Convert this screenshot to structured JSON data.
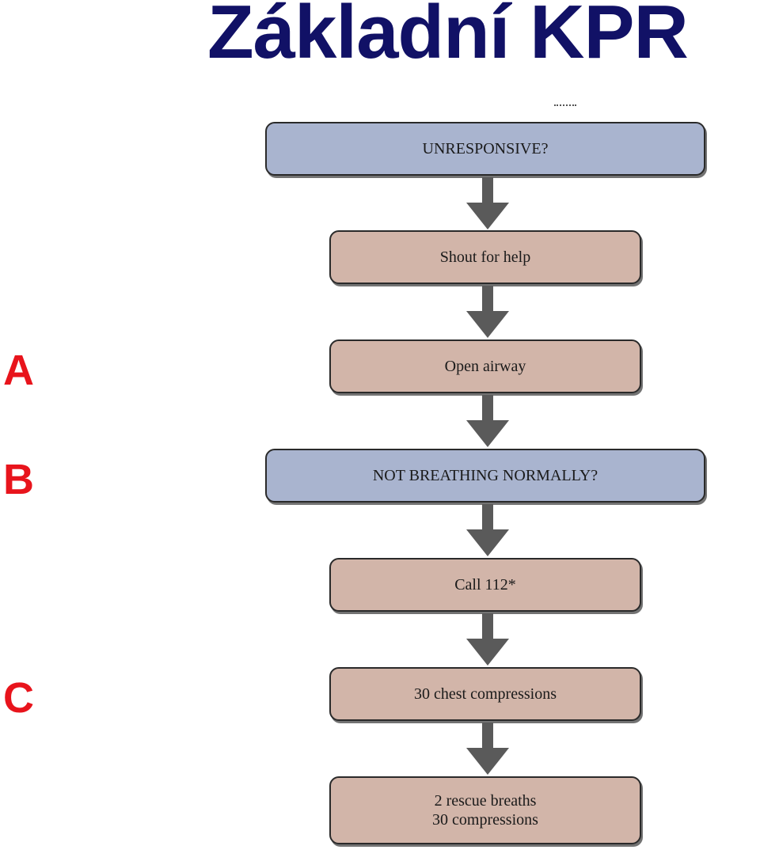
{
  "title": "Základní KPR",
  "side_labels": {
    "a": "A",
    "b": "B",
    "c": "C"
  },
  "steps": [
    {
      "text": "UNRESPONSIVE?",
      "kind": "question"
    },
    {
      "text": "Shout for help",
      "kind": "action"
    },
    {
      "text": "Open airway",
      "kind": "action"
    },
    {
      "text": "NOT BREATHING NORMALLY?",
      "kind": "question"
    },
    {
      "text": "Call 112*",
      "kind": "action"
    },
    {
      "text": "30 chest compressions",
      "kind": "action"
    },
    {
      "text": "2 rescue breaths\n30 compressions",
      "kind": "action"
    }
  ],
  "colors": {
    "title": "#111166",
    "side_labels": "#e8141c",
    "question_box": "#a9b4cf",
    "action_box": "#d2b5a9",
    "arrow": "#5a5a5a"
  }
}
